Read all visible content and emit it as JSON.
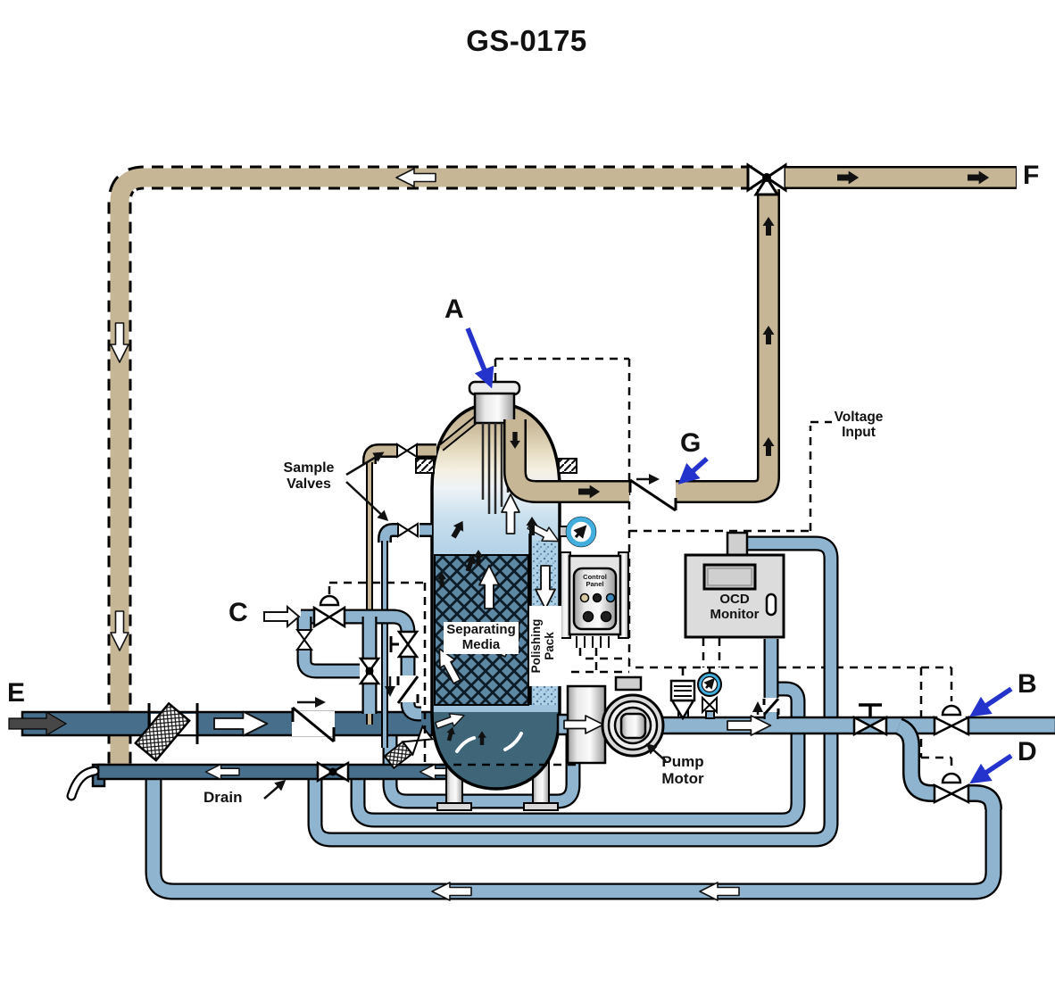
{
  "title": "GS-0175",
  "callouts": {
    "a": "A",
    "b": "B",
    "c": "C",
    "d": "D",
    "e": "E",
    "f": "F",
    "g": "G"
  },
  "labels": {
    "sample_valves": "Sample Valves",
    "separating_media": "Separating Media",
    "polishing_pack": "Polishing Pack",
    "control_panel": "Control Panel",
    "ocd_monitor": "OCD Monitor",
    "voltage_input": "Voltage Input",
    "pump_motor": "Pump Motor",
    "drain": "Drain"
  },
  "colors": {
    "callout_arrow_blue": "#2433cc",
    "gas_pipe_tan": "#c7b695",
    "process_water_dark": "#476f8c",
    "clean_water_light": "#8fb4d0",
    "gauge_ring_blue": "#41aede",
    "electrical_dashed": "#000000"
  }
}
